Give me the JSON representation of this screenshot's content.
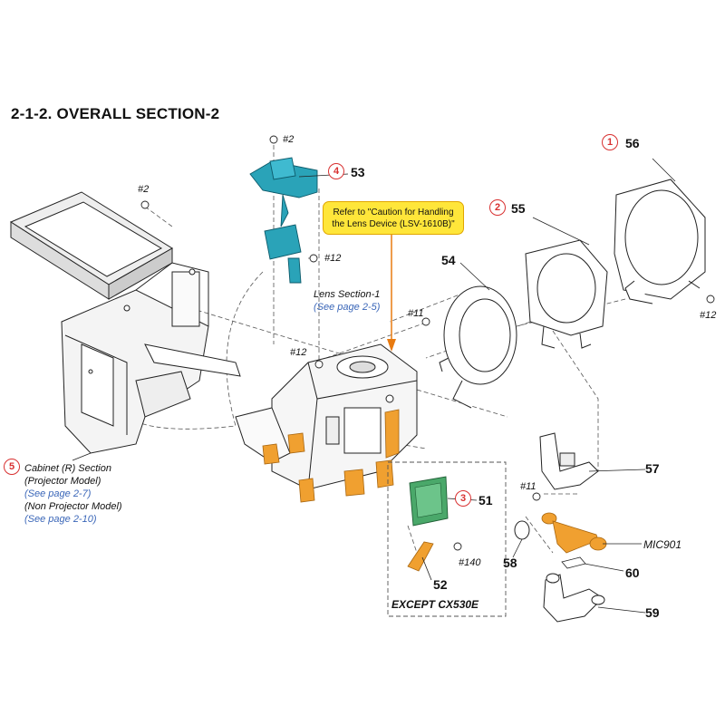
{
  "title": "2-1-2. OVERALL SECTION-2",
  "callout": {
    "line1": "Refer to \"Caution for Handling",
    "line2": "the Lens Device (LSV-1610B)\""
  },
  "parts": {
    "p51": "51",
    "p52": "52",
    "p53": "53",
    "p54": "54",
    "p55": "55",
    "p56": "56",
    "p57": "57",
    "p58": "58",
    "p59": "59",
    "p60": "60",
    "mic": "MIC901"
  },
  "screws": {
    "s2_top": "#2",
    "s2_left": "#2",
    "s12_board": "#12",
    "s12_center": "#12",
    "s12_right": "#12",
    "s11_ring": "#11",
    "s11_lower": "#11",
    "s140": "#140"
  },
  "markers": {
    "m1": "1",
    "m2": "2",
    "m3": "3",
    "m4": "4",
    "m5": "5"
  },
  "lens_ref": {
    "label": "Lens Section-1",
    "link": "(See page 2-5)"
  },
  "cabinet_ref": {
    "label": "Cabinet (R) Section",
    "projector": "(Projector Model)",
    "link1": "(See page 2-7)",
    "non_projector": "(Non Projector Model)",
    "link2": "(See page 2-10)"
  },
  "except_label": "EXCEPT CX530E",
  "colors": {
    "marker_red": "#d83030",
    "callout_yellow": "#ffe63a",
    "arrow_orange": "#e87a10",
    "flex_orange": "#f0a030",
    "board_teal": "#2aa3b8",
    "board_green": "#4aa86a",
    "link_blue": "#3a66b8"
  }
}
